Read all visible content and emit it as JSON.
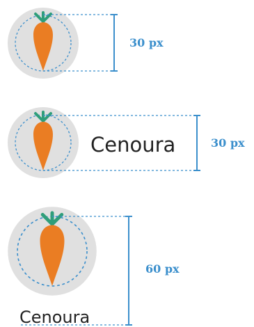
{
  "examples": [
    {
      "caption": "",
      "dimension": "30 px"
    },
    {
      "caption": "Cenoura",
      "dimension": "30 px"
    },
    {
      "caption": "Cenoura",
      "dimension": "60 px"
    }
  ],
  "colors": {
    "circle": "#e0e0e0",
    "carrot": "#ea7d23",
    "leaves": "#2f9e7a",
    "guide": "#3b8fcc",
    "text": "#222222"
  },
  "icons": [
    "carrot-icon"
  ]
}
